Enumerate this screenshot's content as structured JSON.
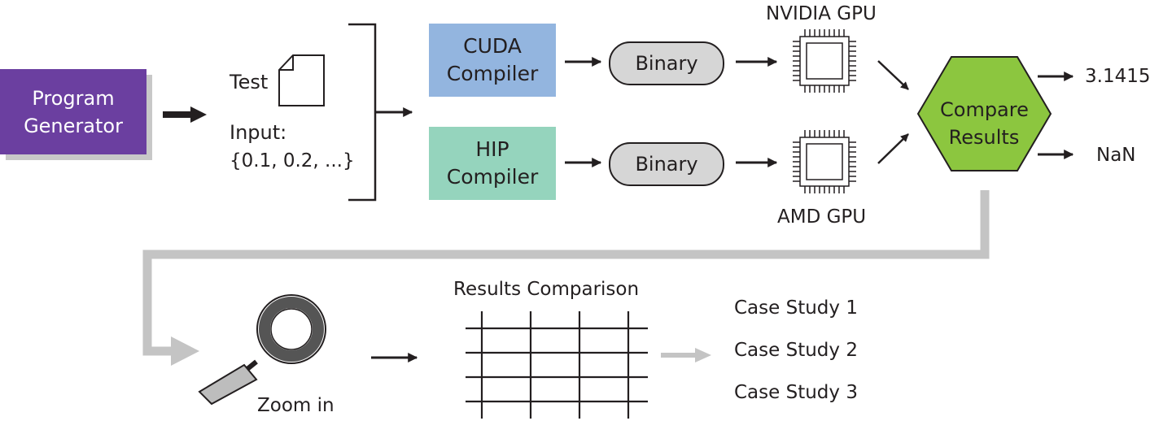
{
  "program_generator": "Program\nGenerator",
  "test": {
    "label": "Test",
    "input_label": "Input:",
    "input_values": "{0.1, 0.2, ...}"
  },
  "compilers": {
    "cuda": "CUDA\nCompiler",
    "hip": "HIP\nCompiler"
  },
  "binary_label": "Binary",
  "gpus": {
    "nvidia": "NVIDIA GPU",
    "amd": "AMD GPU"
  },
  "compare": "Compare\nResults",
  "outputs": {
    "value": "3.1415",
    "nan": "NaN"
  },
  "zoom_label": "Zoom in",
  "results_comparison": "Results Comparison",
  "case_studies": [
    "Case Study 1",
    "Case Study 2",
    "Case Study 3"
  ],
  "colors": {
    "generator": "#6b3fa0",
    "cuda": "#93b5df",
    "hip": "#95d4bd",
    "compare": "#8cc63f",
    "binary": "#d6d6d6",
    "flow_gray": "#c4c4c4",
    "ink": "#231f20"
  }
}
